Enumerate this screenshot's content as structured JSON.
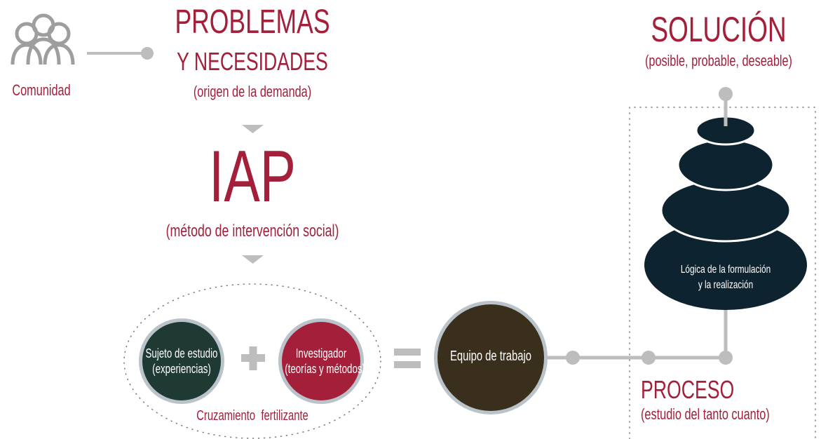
{
  "colors": {
    "accent": "#a31f3a",
    "gray": "#bdbdbd",
    "icon_gray": "#9e9e9e",
    "stone": "#0e2330",
    "subject_circle": "#1e3a33",
    "researcher_circle": "#a31f3a",
    "team_circle": "#3a2e1c",
    "white": "#ffffff"
  },
  "community": {
    "icon": "people-group-icon",
    "label": "Comunidad"
  },
  "problems": {
    "title_line1": "PROBLEMAS",
    "title_line2": "Y NECESIDADES",
    "subtitle": "(origen de la demanda)"
  },
  "iap": {
    "title": "IAP",
    "subtitle": "(método de intervención social)"
  },
  "subject": {
    "line1": "Sujeto de estudio",
    "line2": "(experiencias)"
  },
  "researcher": {
    "line1": "Investigador",
    "line2": "(teorías y métodos)"
  },
  "cross_label": "Cruzamiento  fertilizante",
  "team": {
    "label": "Equipo de trabajo"
  },
  "solution": {
    "title": "SOLUCIÓN",
    "subtitle": "(posible, probable, deseable)"
  },
  "logic": {
    "line1": "Lógica de la formulación",
    "line2": "y la realización"
  },
  "process": {
    "title": "PROCESO",
    "subtitle": "(estudio del tanto cuanto)"
  }
}
